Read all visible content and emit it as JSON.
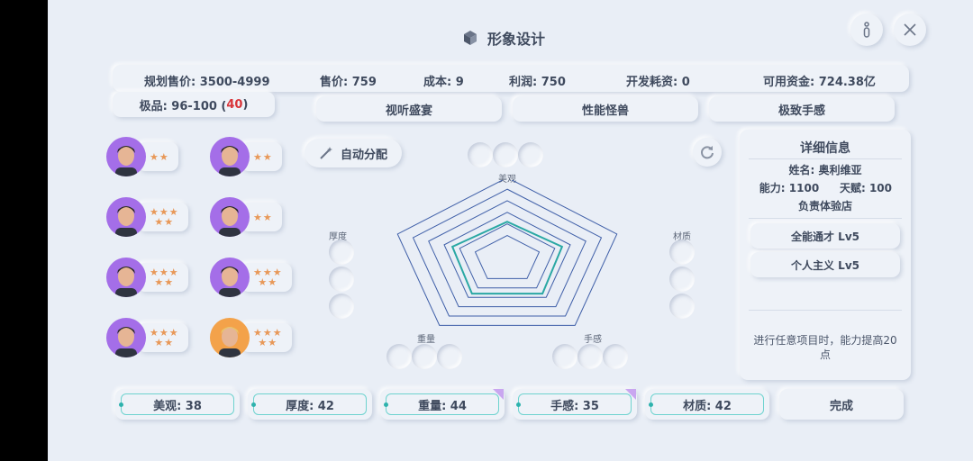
{
  "header": {
    "title": "形象设计"
  },
  "stats": {
    "planned_price": "规划售价: 3500-4999",
    "price": "售价: 759",
    "cost": "成本: 9",
    "profit": "利润: 750",
    "dev_cost": "开发耗资: 0",
    "funds": "可用资金: 724.38亿"
  },
  "premium": {
    "prefix": "极品: 96-100 (",
    "value": "40",
    "suffix": ")"
  },
  "tags": [
    "视听盛宴",
    "性能怪兽",
    "极致手感"
  ],
  "auto_assign": "自动分配",
  "employees": [
    {
      "stars_top": "★★",
      "stars_bottom": "",
      "avatar_color": "#a46ee8"
    },
    {
      "stars_top": "★★",
      "stars_bottom": "",
      "avatar_color": "#a46ee8"
    },
    {
      "stars_top": "★★★",
      "stars_bottom": "★★",
      "avatar_color": "#a46ee8"
    },
    {
      "stars_top": "★★",
      "stars_bottom": "",
      "avatar_color": "#a46ee8"
    },
    {
      "stars_top": "★★★",
      "stars_bottom": "★★",
      "avatar_color": "#a46ee8"
    },
    {
      "stars_top": "★★★",
      "stars_bottom": "★★",
      "avatar_color": "#a46ee8"
    },
    {
      "stars_top": "★★★",
      "stars_bottom": "★★",
      "avatar_color": "#a46ee8"
    },
    {
      "stars_top": "★★★",
      "stars_bottom": "★★",
      "avatar_color": "#f3a24a"
    }
  ],
  "slots": {
    "looks": "美观",
    "thickness": "厚度",
    "material": "材质",
    "weight": "重量",
    "feel": "手感"
  },
  "radar": {
    "axes": [
      "美观",
      "材质",
      "手感",
      "重量",
      "厚度"
    ],
    "rings": 6,
    "line_color": "#3f5fa8",
    "fill_color": "#2aa8a4",
    "values": [
      0.46,
      0.5,
      0.52,
      0.52,
      0.5
    ]
  },
  "detail": {
    "heading": "详细信息",
    "name": "姓名: 奥利维亚",
    "ability": "能力: 1100",
    "talent": "天赋: 100",
    "role": "负责体验店",
    "skill1": "全能通才  Lv5",
    "skill2": "个人主义  Lv5",
    "description": "进行任意项目时，能力提高20点"
  },
  "attributes": [
    "美观: 38",
    "厚度: 42",
    "重量: 44",
    "手感: 35",
    "材质: 42"
  ],
  "done_label": "完成",
  "colors": {
    "accent": "#6ed3cf",
    "premium_red": "#d8353a",
    "star": "#e89858"
  }
}
